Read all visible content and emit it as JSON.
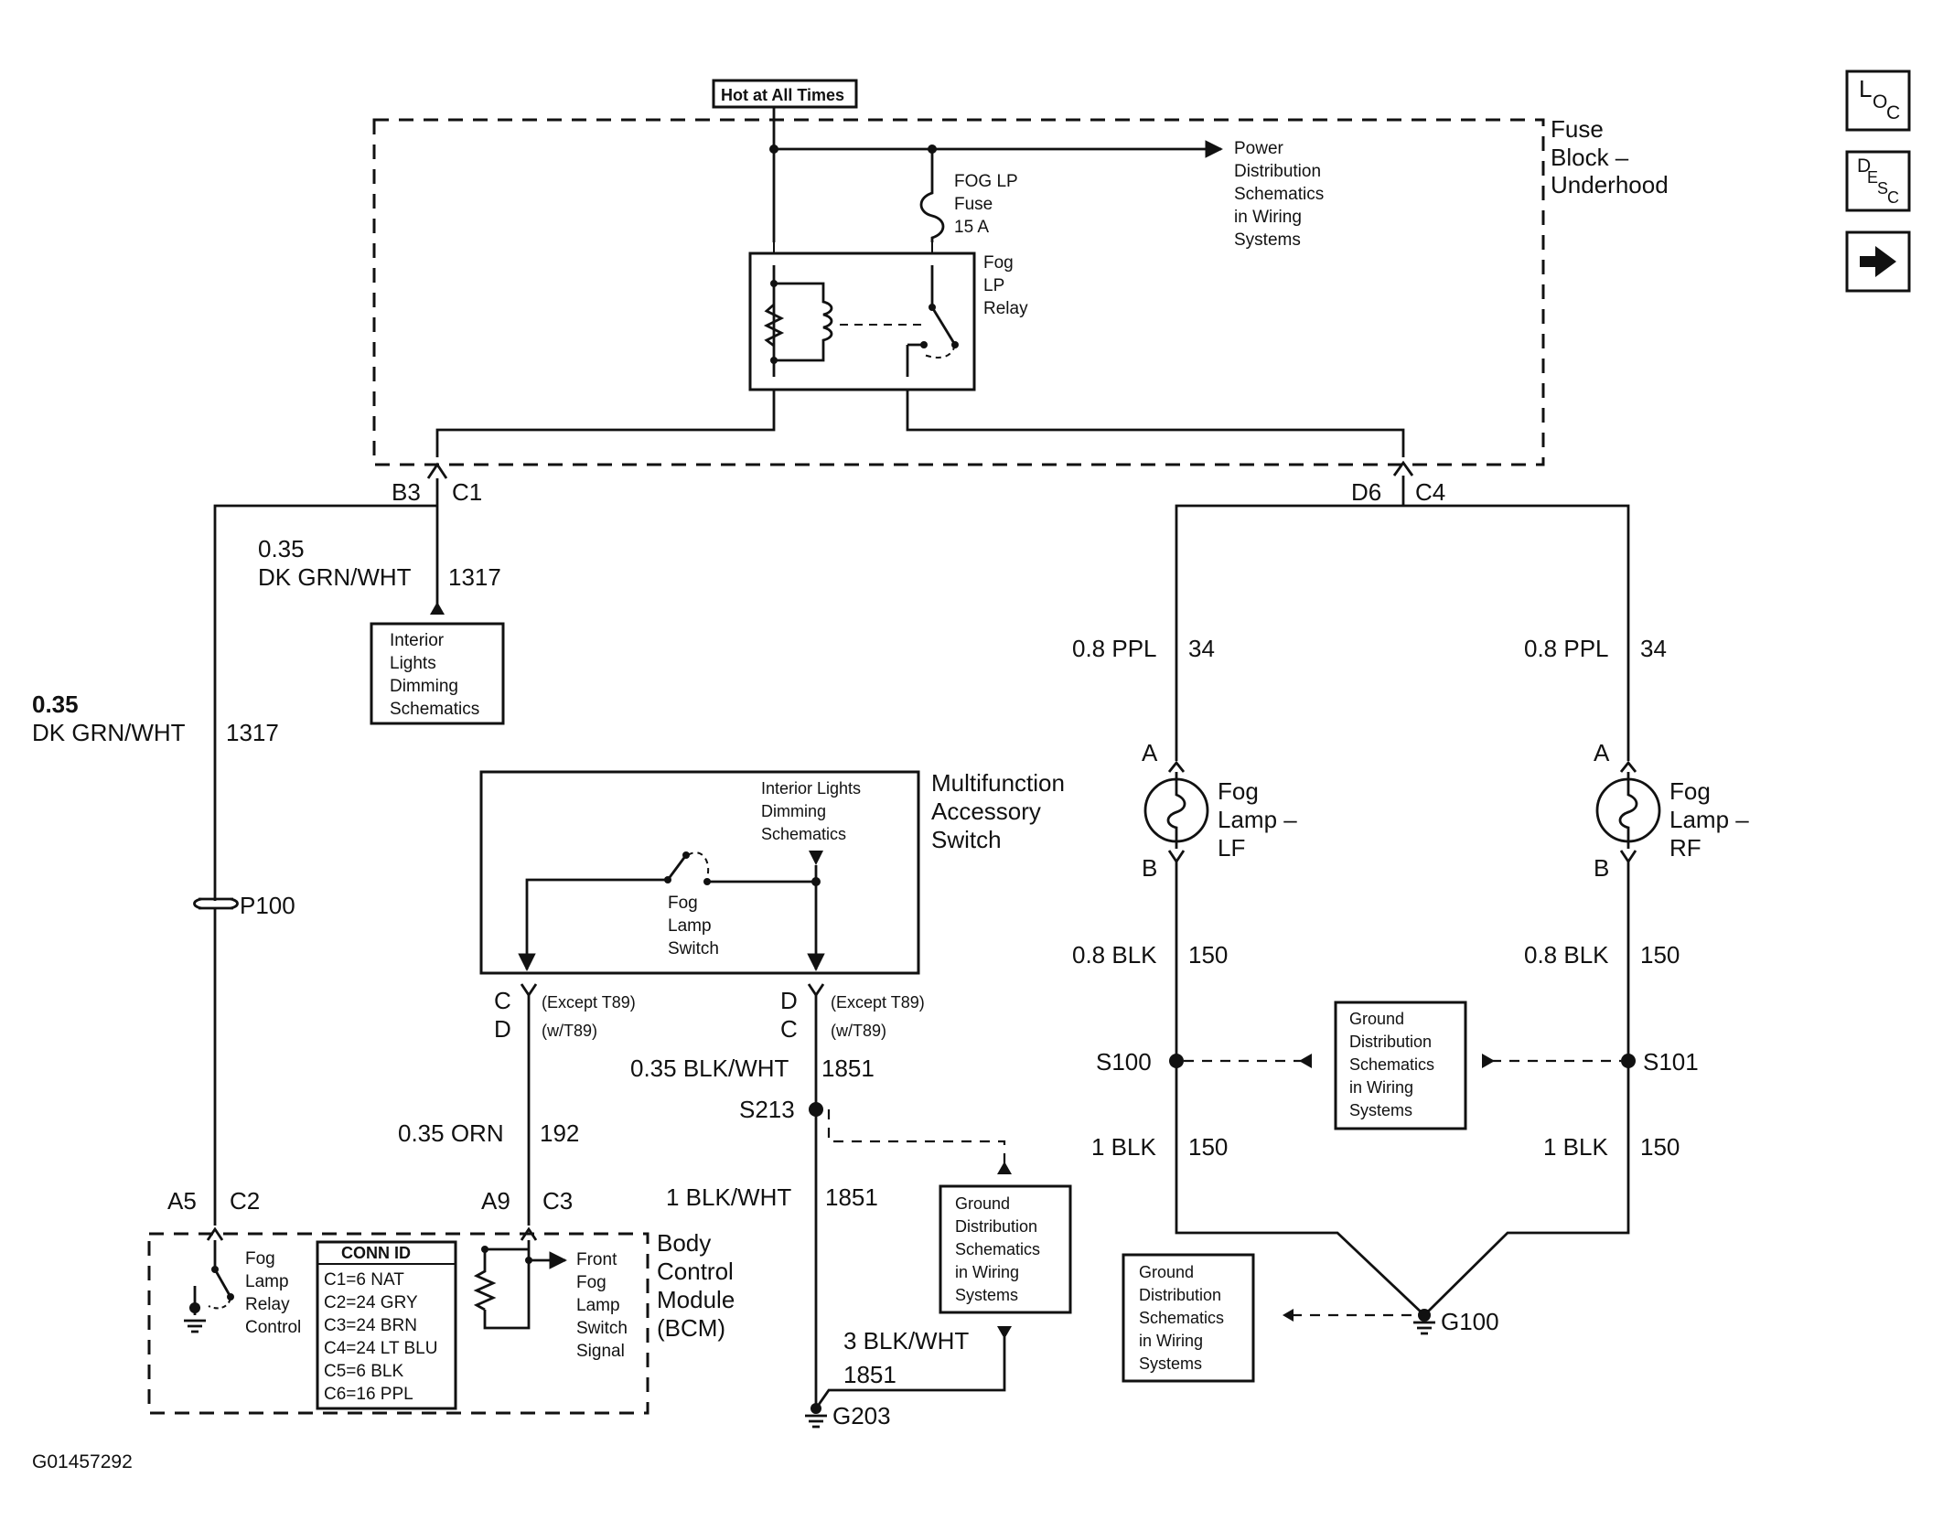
{
  "nav": {
    "loc_main": "L",
    "loc_sub": "O",
    "loc_sub2": "C",
    "desc_main": "D",
    "desc_e": "E",
    "desc_s": "S",
    "desc_c": "C"
  },
  "fuse_block": {
    "hot_label": "Hot at All Times",
    "title": [
      "Fuse",
      "Block –",
      "Underhood"
    ],
    "power_ref": [
      "Power",
      "Distribution",
      "Schematics",
      "in Wiring",
      "Systems"
    ],
    "fuse_label": [
      "FOG LP",
      "Fuse",
      "15 A"
    ],
    "relay_label": [
      "Fog",
      "LP",
      "Relay"
    ]
  },
  "connectors": {
    "b3": "B3",
    "c1": "C1",
    "d6": "D6",
    "c4": "C4",
    "a5": "A5",
    "c2": "C2",
    "a9": "A9",
    "c3": "C3",
    "sw_c": "C",
    "sw_d": "D",
    "sw_d2": "D",
    "sw_c2": "C",
    "except_t89": "(Except T89)",
    "w_t89": "(w/T89)",
    "lamp_a": "A",
    "lamp_b": "B"
  },
  "wires": {
    "w1317_gauge": "0.35",
    "w1317_color": "DK GRN/WHT",
    "w1317_num": "1317",
    "ppl_gauge": "0.8 PPL",
    "ppl_num": "34",
    "blk08": "0.8 BLK",
    "blk_num": "150",
    "blk1": "1 BLK",
    "orn": "0.35 ORN",
    "orn_num": "192",
    "blkwht035": "0.35 BLK/WHT",
    "blkwht_num": "1851",
    "blkwht1": "1 BLK/WHT",
    "blkwht3": "3 BLK/WHT"
  },
  "components": {
    "interior_ref": [
      "Interior",
      "Lights",
      "Dimming",
      "Schematics"
    ],
    "maf_title": [
      "Multifunction",
      "Accessory",
      "Switch"
    ],
    "maf_ref": [
      "Interior Lights",
      "Dimming",
      "Schematics"
    ],
    "fog_switch": [
      "Fog",
      "Lamp",
      "Switch"
    ],
    "p100": "P100",
    "fog_lf": [
      "Fog",
      "Lamp –",
      "LF"
    ],
    "fog_rf": [
      "Fog",
      "Lamp –",
      "RF"
    ],
    "s100": "S100",
    "s101": "S101",
    "s213": "S213",
    "g100": "G100",
    "g203": "G203",
    "ground_ref": [
      "Ground",
      "Distribution",
      "Schematics",
      "in Wiring",
      "Systems"
    ],
    "bcm_title": [
      "Body",
      "Control",
      "Module",
      "(BCM)"
    ],
    "bcm_relay": [
      "Fog",
      "Lamp",
      "Relay",
      "Control"
    ],
    "bcm_signal": [
      "Front",
      "Fog",
      "Lamp",
      "Switch",
      "Signal"
    ],
    "conn_id_title": "CONN ID",
    "conn_id": [
      "C1=6 NAT",
      "C2=24 GRY",
      "C3=24 BRN",
      "C4=24 LT BLU",
      "C5=6 BLK",
      "C6=16 PPL"
    ]
  },
  "figure_id": "G01457292"
}
